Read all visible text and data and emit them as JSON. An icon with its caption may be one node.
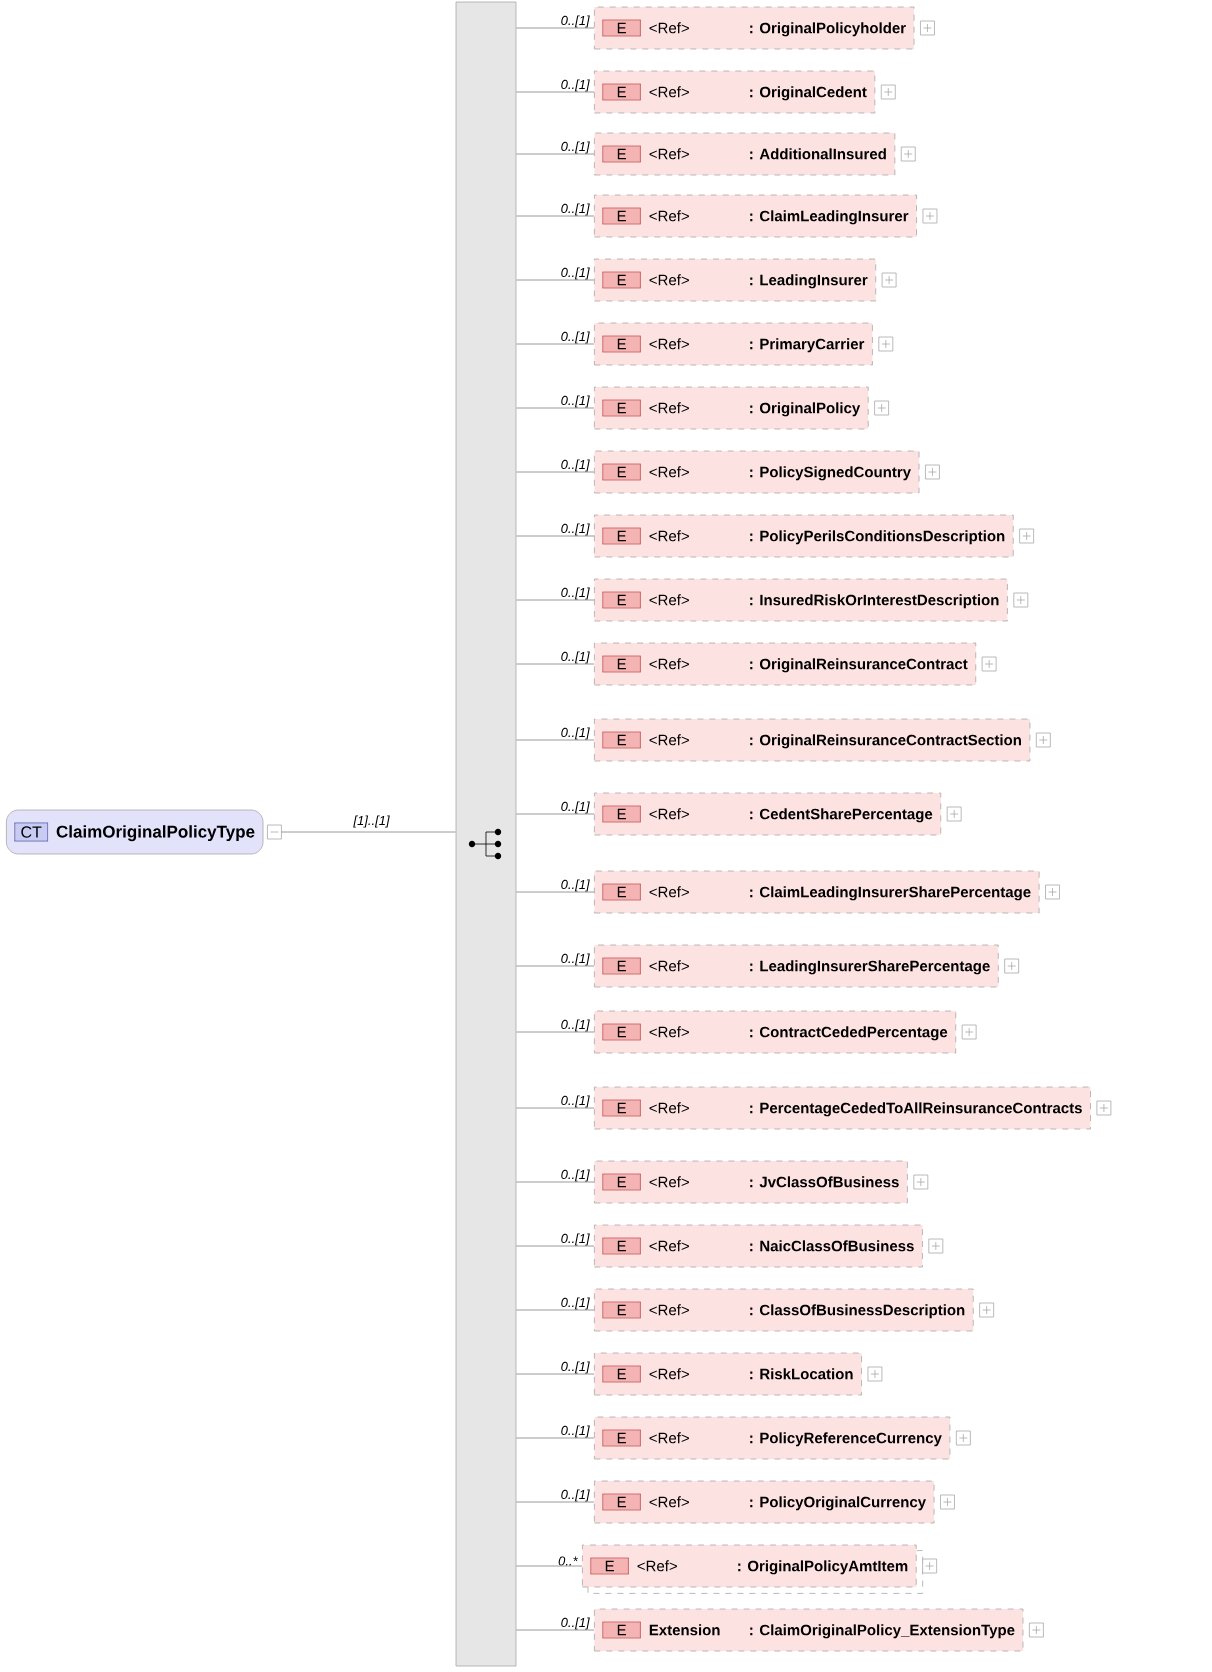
{
  "diagram": {
    "nodes": [
      {
        "text": [
          "CT",
          "ClaimOriginalPolicyType"
        ]
      },
      {
        "text": [],
        "shape": "bar"
      },
      {
        "text": [
          "E",
          "<Ref>",
          ": OriginalPolicyholder"
        ],
        "beside": [
          "0..[1]"
        ]
      },
      {
        "text": [
          "E",
          "<Ref>",
          ": OriginalCedent"
        ],
        "beside": [
          "0..[1]"
        ]
      },
      {
        "text": [
          "E",
          "<Ref>",
          ": AdditionalInsured"
        ],
        "beside": [
          "0..[1]"
        ]
      },
      {
        "text": [
          "E",
          "<Ref>",
          ": ClaimLeadingInsurer"
        ],
        "beside": [
          "0..[1]"
        ]
      },
      {
        "text": [
          "E",
          "<Ref>",
          ": LeadingInsurer"
        ],
        "beside": [
          "0..[1]"
        ]
      },
      {
        "text": [
          "E",
          "<Ref>",
          ": PrimaryCarrier"
        ],
        "beside": [
          "0..[1]"
        ]
      },
      {
        "text": [
          "E",
          "<Ref>",
          ": OriginalPolicy"
        ],
        "beside": [
          "0..[1]"
        ]
      },
      {
        "text": [
          "E",
          "<Ref>",
          ": PolicySignedCountry"
        ],
        "beside": [
          "0..[1]"
        ]
      },
      {
        "text": [
          "E",
          "<Ref>",
          ": PolicyPerilsConditionsDescription"
        ],
        "beside": [
          "0..[1]"
        ]
      },
      {
        "text": [
          "E",
          "<Ref>",
          ": InsuredRiskOrInterestDescription"
        ],
        "beside": [
          "0..[1]"
        ]
      },
      {
        "text": [
          "E",
          "<Ref>",
          ": OriginalReinsuranceContract"
        ],
        "beside": [
          "0..[1]"
        ]
      },
      {
        "text": [
          "E",
          "<Ref>",
          ": OriginalReinsuranceContractSection"
        ],
        "beside": [
          "0..[1]"
        ]
      },
      {
        "text": [
          "E",
          "<Ref>",
          ": CedentSharePercentage"
        ],
        "beside": [
          "0..[1]"
        ]
      },
      {
        "text": [
          "E",
          "<Ref>",
          ": ClaimLeadingInsurerSharePercentage"
        ],
        "beside": [
          "0..[1]"
        ]
      },
      {
        "text": [
          "E",
          "<Ref>",
          ": LeadingInsurerSharePercentage"
        ],
        "beside": [
          "0..[1]"
        ]
      },
      {
        "text": [
          "E",
          "<Ref>",
          ": ContractCededPercentage"
        ],
        "beside": [
          "0..[1]"
        ]
      },
      {
        "text": [
          "E",
          "<Ref>",
          ": PercentageCededToAllReinsuranceContracts"
        ],
        "beside": [
          "0..[1]"
        ]
      },
      {
        "text": [
          "E",
          "<Ref>",
          ": JvClassOfBusiness"
        ],
        "beside": [
          "0..[1]"
        ]
      },
      {
        "text": [
          "E",
          "<Ref>",
          ": NaicClassOfBusiness"
        ],
        "beside": [
          "0..[1]"
        ]
      },
      {
        "text": [
          "E",
          "<Ref>",
          ": ClassOfBusinessDescription"
        ],
        "beside": [
          "0..[1]"
        ]
      },
      {
        "text": [
          "E",
          "<Ref>",
          ": RiskLocation"
        ],
        "beside": [
          "0..[1]"
        ]
      },
      {
        "text": [
          "E",
          "<Ref>",
          ": PolicyReferenceCurrency"
        ],
        "beside": [
          "0..[1]"
        ]
      },
      {
        "text": [
          "E",
          "<Ref>",
          ": PolicyOriginalCurrency"
        ],
        "beside": [
          "0..[1]"
        ]
      },
      {
        "text": [
          "E",
          "<Ref>",
          ": OriginalPolicyAmtItem"
        ],
        "beside": [
          "0..*"
        ]
      },
      {
        "text": [
          "E",
          "Extension",
          ": ClaimOriginalPolicy_ExtensionType"
        ],
        "beside": [
          "0..[1]"
        ]
      }
    ],
    "edges": [
      {
        "from": 0,
        "to": 1,
        "arrow": "none",
        "label": "[1]..[1]"
      },
      {
        "from": 1,
        "to": 2,
        "arrow": "none"
      },
      {
        "from": 1,
        "to": 3,
        "arrow": "none"
      },
      {
        "from": 1,
        "to": 4,
        "arrow": "none"
      },
      {
        "from": 1,
        "to": 5,
        "arrow": "none"
      },
      {
        "from": 1,
        "to": 6,
        "arrow": "none"
      },
      {
        "from": 1,
        "to": 7,
        "arrow": "none"
      },
      {
        "from": 1,
        "to": 8,
        "arrow": "none"
      },
      {
        "from": 1,
        "to": 9,
        "arrow": "none"
      },
      {
        "from": 1,
        "to": 10,
        "arrow": "none"
      },
      {
        "from": 1,
        "to": 11,
        "arrow": "none"
      },
      {
        "from": 1,
        "to": 12,
        "arrow": "none"
      },
      {
        "from": 1,
        "to": 13,
        "arrow": "none"
      },
      {
        "from": 1,
        "to": 14,
        "arrow": "none"
      },
      {
        "from": 1,
        "to": 15,
        "arrow": "none"
      },
      {
        "from": 1,
        "to": 16,
        "arrow": "none"
      },
      {
        "from": 1,
        "to": 17,
        "arrow": "none"
      },
      {
        "from": 1,
        "to": 18,
        "arrow": "none"
      },
      {
        "from": 1,
        "to": 19,
        "arrow": "none"
      },
      {
        "from": 1,
        "to": 20,
        "arrow": "none"
      },
      {
        "from": 1,
        "to": 21,
        "arrow": "none"
      },
      {
        "from": 1,
        "to": 22,
        "arrow": "none"
      },
      {
        "from": 1,
        "to": 23,
        "arrow": "none"
      },
      {
        "from": 1,
        "to": 24,
        "arrow": "none"
      },
      {
        "from": 1,
        "to": 25,
        "arrow": "none"
      },
      {
        "from": 1,
        "to": 26,
        "arrow": "none"
      }
    ]
  }
}
